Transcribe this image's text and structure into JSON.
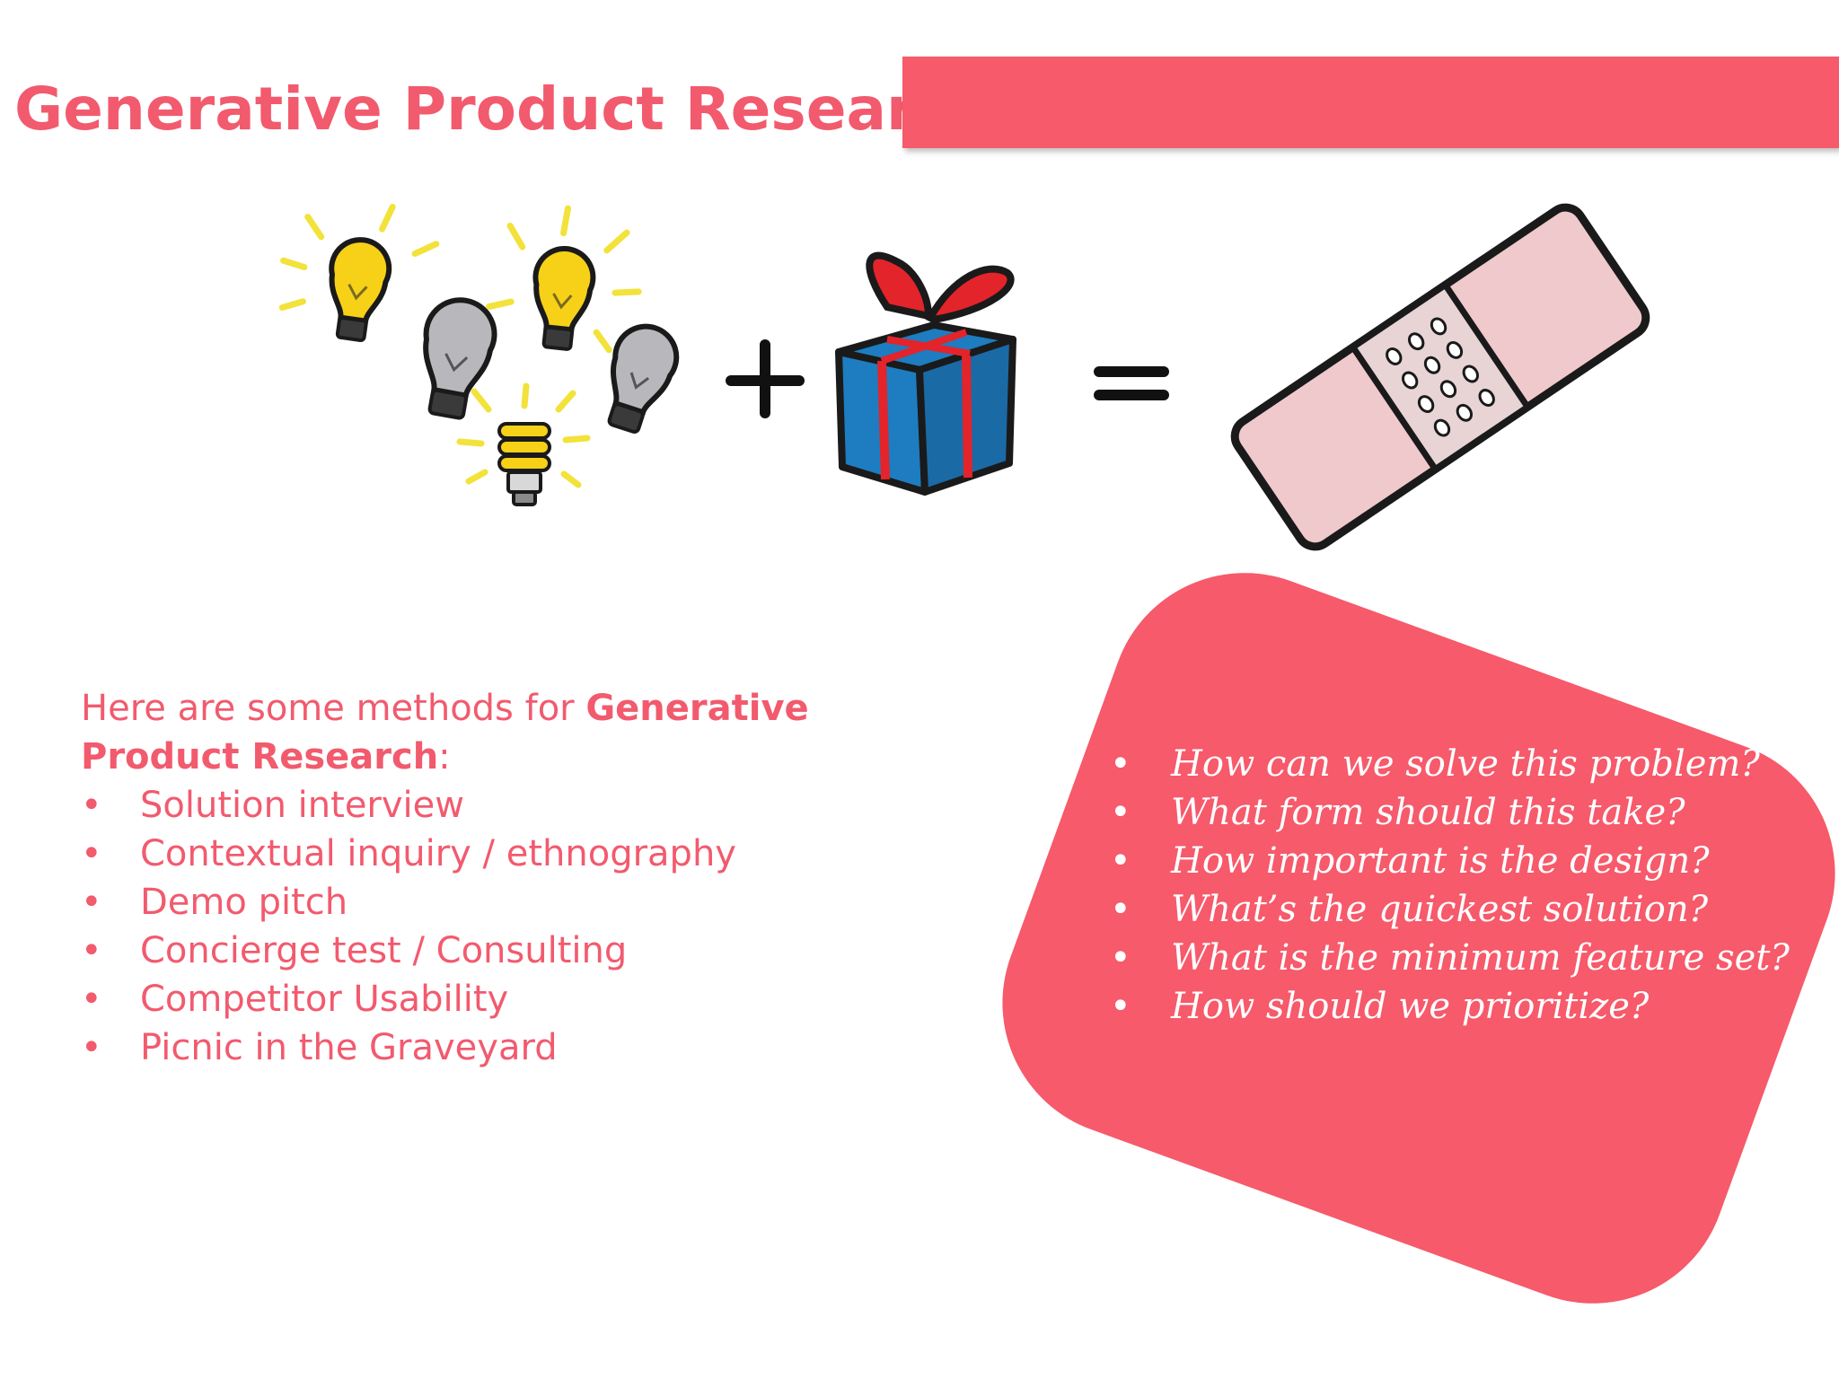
{
  "slide": {
    "title": "Generative Product Research",
    "methods": {
      "intro_text": "Here are some methods for ",
      "intro_bold": "Generative Product Research",
      "intro_suffix": ":",
      "bullet": "•",
      "items": [
        "Solution interview",
        "Contextual inquiry / ethnography",
        "Demo pitch",
        "Concierge test / Consulting",
        "Competitor Usability",
        "Picnic in the Graveyard"
      ]
    },
    "questions": {
      "items": [
        "How can we solve this problem?",
        "What form should this take?",
        "How important is the design?",
        "What’s the quickest solution?",
        "What is the minimum feature set?",
        "How should we prioritize?"
      ]
    },
    "equation": {
      "plus": "+",
      "equals": "="
    }
  },
  "colors": {
    "accent": "#f65a6b",
    "title": "#f25a6e",
    "bulb_yellow": "#f7d117",
    "bulb_gray": "#b8b8bc",
    "gift_blue": "#1e7cc0",
    "gift_red": "#e3242b",
    "bandage_pink": "#efc9cc"
  },
  "icons": [
    "light-bulb-icon",
    "gift-box-icon",
    "bandage-icon"
  ]
}
